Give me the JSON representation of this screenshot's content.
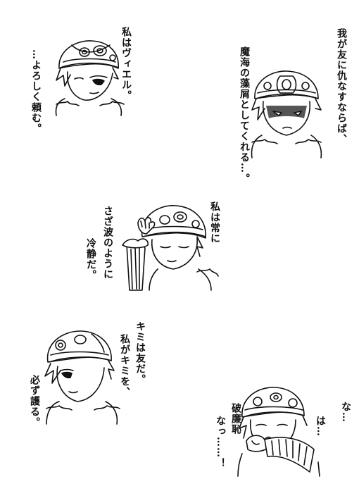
{
  "panels": [
    {
      "id": "p1",
      "lines": [
        "私はヴィエル。",
        "…よろしく頼む。"
      ]
    },
    {
      "id": "p2",
      "lines": [
        "我が友に仇なすならば、",
        "魔海の藻屑としてくれる…。"
      ]
    },
    {
      "id": "p3",
      "lines": [
        "私は常に",
        "さざ波のように",
        "冷静だ。"
      ]
    },
    {
      "id": "p4",
      "lines": [
        "キミは友だ。",
        "私がキミを、",
        "必ず護る。"
      ]
    },
    {
      "id": "p5",
      "lines": [
        "な…",
        "は…",
        "破廉恥",
        "なっ……！"
      ]
    }
  ]
}
